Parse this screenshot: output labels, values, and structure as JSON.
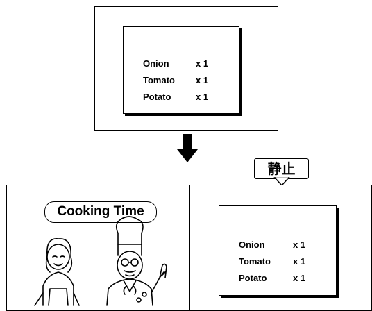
{
  "top_panel": {
    "items": [
      {
        "name": "Onion",
        "qty": "x 1"
      },
      {
        "name": "Tomato",
        "qty": "x 1"
      },
      {
        "name": "Potato",
        "qty": "x 1"
      }
    ]
  },
  "arrow": {
    "direction": "down",
    "icon": "down-arrow-icon"
  },
  "callout": {
    "label": "静止"
  },
  "bottom_left": {
    "title": "Cooking Time",
    "illustration": "chefs-illustration"
  },
  "bottom_right": {
    "items": [
      {
        "name": "Onion",
        "qty": "x 1"
      },
      {
        "name": "Tomato",
        "qty": "x 1"
      },
      {
        "name": "Potato",
        "qty": "x 1"
      }
    ]
  }
}
